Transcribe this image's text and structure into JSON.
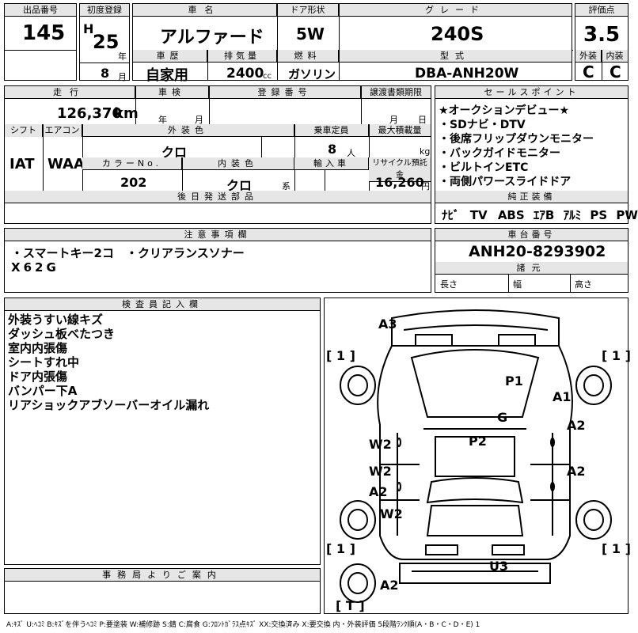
{
  "header": {
    "lot_label": "出品番号",
    "lot": "145",
    "reg_label": "初度登録",
    "era": "H",
    "year": "25",
    "year_unit": "年",
    "month": "8",
    "month_unit": "月",
    "name_label": "車名",
    "name": "アルファード",
    "door_label": "ドア形状",
    "door": "5W",
    "grade_label": "グレード",
    "grade": "240S",
    "score_label": "評価点",
    "score": "3.5",
    "history_label": "車歴",
    "history": "自家用",
    "displacement_label": "排気量",
    "displacement": "2400",
    "displacement_unit": "cc",
    "fuel_label": "燃料",
    "fuel": "ガソリン",
    "model_label": "型式",
    "model": "DBA-ANH20W",
    "exterior_label": "外装",
    "exterior": "C",
    "interior_label": "内装",
    "interior": "C"
  },
  "row2": {
    "mileage_label": "走行",
    "mileage": "126,370",
    "mileage_unit": "km",
    "inspection_label": "車検",
    "insp_year": "年",
    "insp_month": "月",
    "regno_label": "登録番号",
    "transfer_label": "譲渡書類期限",
    "transfer_month": "月",
    "transfer_day": "日",
    "shift_label": "シフト",
    "shift": "IAT",
    "ac_label": "エアコン",
    "ac": "WAA",
    "color_label": "外装色",
    "color": "クロ",
    "capacity_label": "乗車定員",
    "capacity": "8",
    "capacity_unit": "人",
    "load_label": "最大積載量",
    "load_unit": "kg",
    "colorno_label": "カラーNo.",
    "colorno": "202",
    "intcolor_label": "内装色",
    "intcolor": "クロ",
    "intcolor_unit": "系",
    "import_label": "輸入車",
    "recycle_label": "リサイクル預託金",
    "recycle": "16,260",
    "recycle_unit": "円",
    "later_label": "後日発送部品"
  },
  "sales": {
    "title": "セールスポイント",
    "items": [
      "★オークションデビュー★",
      "・SDナビ・DTV",
      "・後席フリップダウンモニター",
      "・バックガイドモニター",
      "・ビルトインETC",
      "・両側パワースライドドア"
    ]
  },
  "equip": {
    "title": "純正装備",
    "items": [
      "ﾅﾋﾞ",
      "TV",
      "ABS",
      "ｴｱB",
      "ｱﾙﾐ",
      "PS",
      "PW"
    ]
  },
  "notes": {
    "title": "注意事項欄",
    "line1": "・スマートキー2コ　・クリアランスソナー",
    "line2": "X62G"
  },
  "chassis": {
    "title": "車台番号",
    "number": "ANH20-8293902",
    "spec_title": "諸元",
    "length": "長さ",
    "width": "幅",
    "height": "高さ"
  },
  "inspector": {
    "title": "検査員記入欄",
    "items": [
      "外装うすい線キズ",
      "ダッシュ板べたつき",
      "室内内張傷",
      "シートすれ中",
      "ドア内張傷",
      "バンパー下A",
      "リアショックアブソーバーオイル漏れ"
    ]
  },
  "office": {
    "title": "事務局よりご案内"
  },
  "diagram": {
    "tire_fl": "[ 1 ]",
    "tire_fr": "[ 1 ]",
    "tire_rl": "[ 1 ]",
    "tire_rr": "[ 1 ]",
    "spare": "[ T ]",
    "marks": [
      "A3",
      "P1",
      "A1",
      "G",
      "A2",
      "P2",
      "W2",
      "W2",
      "A2",
      "A2",
      "W2",
      "U3",
      "A2"
    ]
  },
  "legend": "A:ｷｽﾞ U:ﾍｺﾐ B:ｷｽﾞを伴うﾍｺﾐ P:要塗装 W:補修跡 S:錆 C:腐食 G:ﾌﾛﾝﾄｶﾞﾗｽ点ｷｽﾞ XX:交換済み X:要交換 内・外装評価 5段階ﾗﾝｸ順(A・B・C・D・E) 1"
}
